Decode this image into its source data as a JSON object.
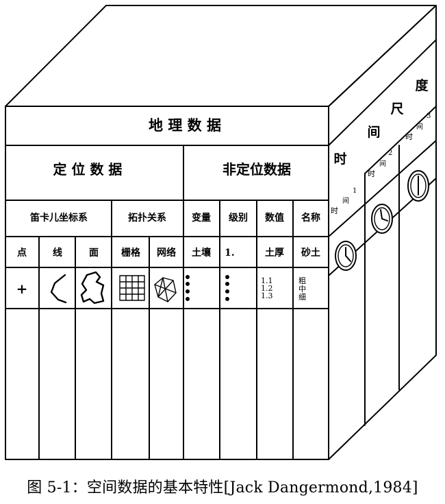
{
  "front": {
    "title": "地 理 数 据",
    "positional": "定 位 数 据",
    "nonpositional": "非定位数据",
    "subheaders": [
      "笛卡儿坐标系",
      "拓扑关系",
      "变量",
      "级别",
      "数值",
      "名称"
    ],
    "columns": [
      "点",
      "线",
      "面",
      "栅格",
      "网络",
      "土壤",
      "1.",
      "土厚",
      "砂土"
    ],
    "values": [
      "1.1",
      "1.2",
      "1.3"
    ],
    "soil_levels": [
      "粗",
      "中",
      "细"
    ],
    "point_symbol": "+"
  },
  "side": {
    "scale_chars": [
      "时",
      "间",
      "尺",
      "度"
    ],
    "time_labels": [
      {
        "shi": "时",
        "jian": "间",
        "num": "1"
      },
      {
        "shi": "时",
        "jian": "间",
        "num": "2"
      },
      {
        "shi": "时",
        "jian": "间",
        "num": "3"
      }
    ]
  },
  "caption": "图 5-1：空间数据的基本特性[Jack Dangermond,1984]"
}
